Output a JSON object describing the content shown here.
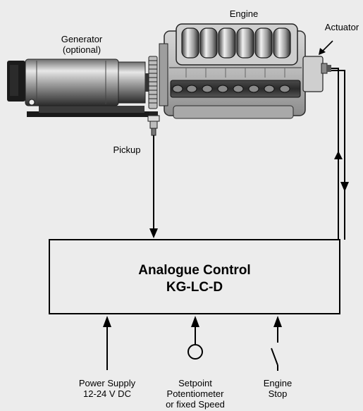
{
  "labels": {
    "engine": "Engine",
    "actuator": "Actuator",
    "generator_line1": "Generator",
    "generator_line2": "(optional)",
    "pickup": "Pickup"
  },
  "control": {
    "title_line1": "Analogue Control",
    "title_line2": "KG-LC-D"
  },
  "inputs": {
    "power_line1": "Power Supply",
    "power_line2": "12-24 V DC",
    "setpoint_line1": "Setpoint",
    "setpoint_line2": "Potentiometer",
    "setpoint_line3": "or fixed Speed",
    "stop_line1": "Engine",
    "stop_line2": "Stop"
  }
}
